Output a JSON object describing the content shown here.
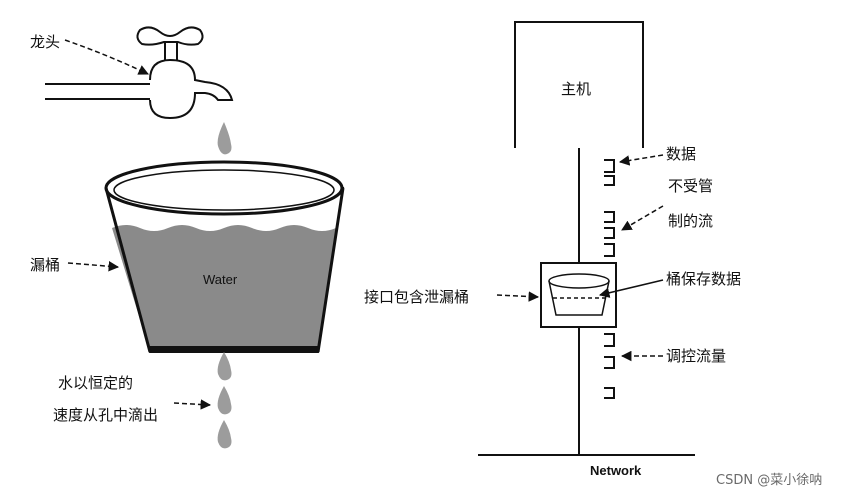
{
  "left": {
    "faucet_label": "龙头",
    "bucket_label": "漏桶",
    "water_label": "Water",
    "outflow_line1": "水以恒定的",
    "outflow_line2": "速度从孔中滴出"
  },
  "right": {
    "host_label": "主机",
    "data_label": "数据",
    "uncontrolled_line1": "不受管",
    "uncontrolled_line2": "制的流",
    "interface_label": "接口包含泄漏桶",
    "bucket_store_label": "桶保存数据",
    "regulated_label": "调控流量",
    "network_label": "Network"
  },
  "watermark": "CSDN @菜小徐呐"
}
